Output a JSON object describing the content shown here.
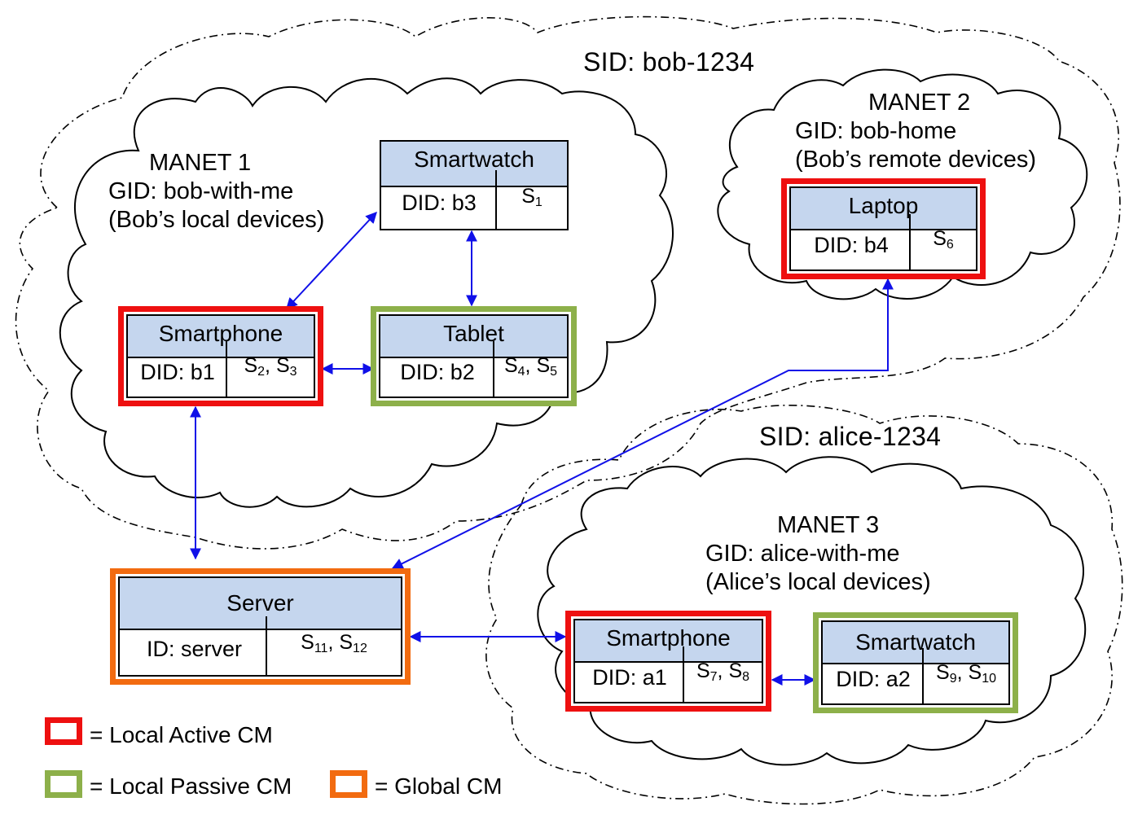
{
  "colors": {
    "active": "#ee1010",
    "passive": "#8db04a",
    "global": "#f26b10",
    "header": "#c5d6ee",
    "link": "#1010e8"
  },
  "sessions": {
    "bob": "SID: bob-1234",
    "alice": "SID: alice-1234"
  },
  "manets": {
    "m1": {
      "name": "MANET 1",
      "gid": "GID: bob-with-me",
      "desc": "(Bob’s local devices)"
    },
    "m2": {
      "name": "MANET 2",
      "gid": "GID: bob-home",
      "desc": "(Bob’s remote devices)"
    },
    "m3": {
      "name": "MANET 3",
      "gid": "GID: alice-with-me",
      "desc": "(Alice’s local devices)"
    }
  },
  "devices": {
    "smartwatch_b3": {
      "name": "Smartwatch",
      "id": "DID: b3",
      "svc": "S",
      "svc_sub": "1",
      "role": "none"
    },
    "smartphone_b1": {
      "name": "Smartphone",
      "id": "DID: b1",
      "svc_a": "S",
      "svc_a_sub": "2",
      "svc_sep": ", ",
      "svc_b": "S",
      "svc_b_sub": "3",
      "role": "active"
    },
    "tablet_b2": {
      "name": "Tablet",
      "id": "DID: b2",
      "svc_a": "S",
      "svc_a_sub": "4",
      "svc_sep": ", ",
      "svc_b": "S",
      "svc_b_sub": "5",
      "role": "passive"
    },
    "laptop_b4": {
      "name": "Laptop",
      "id": "DID: b4",
      "svc": "S",
      "svc_sub": "6",
      "role": "active"
    },
    "server": {
      "name": "Server",
      "id": "ID: server",
      "svc_a": "S",
      "svc_a_sub": "11",
      "svc_sep": ", ",
      "svc_b": "S",
      "svc_b_sub": "12",
      "role": "global"
    },
    "smartphone_a1": {
      "name": "Smartphone",
      "id": "DID: a1",
      "svc_a": "S",
      "svc_a_sub": "7",
      "svc_sep": ", ",
      "svc_b": "S",
      "svc_b_sub": "8",
      "role": "active"
    },
    "smartwatch_a2": {
      "name": "Smartwatch",
      "id": "DID: a2",
      "svc_a": "S",
      "svc_a_sub": "9",
      "svc_sep": ", ",
      "svc_b": "S",
      "svc_b_sub": "10",
      "role": "passive"
    }
  },
  "legend": {
    "active": "= Local Active CM",
    "passive": "= Local Passive CM",
    "global": "= Global CM"
  }
}
